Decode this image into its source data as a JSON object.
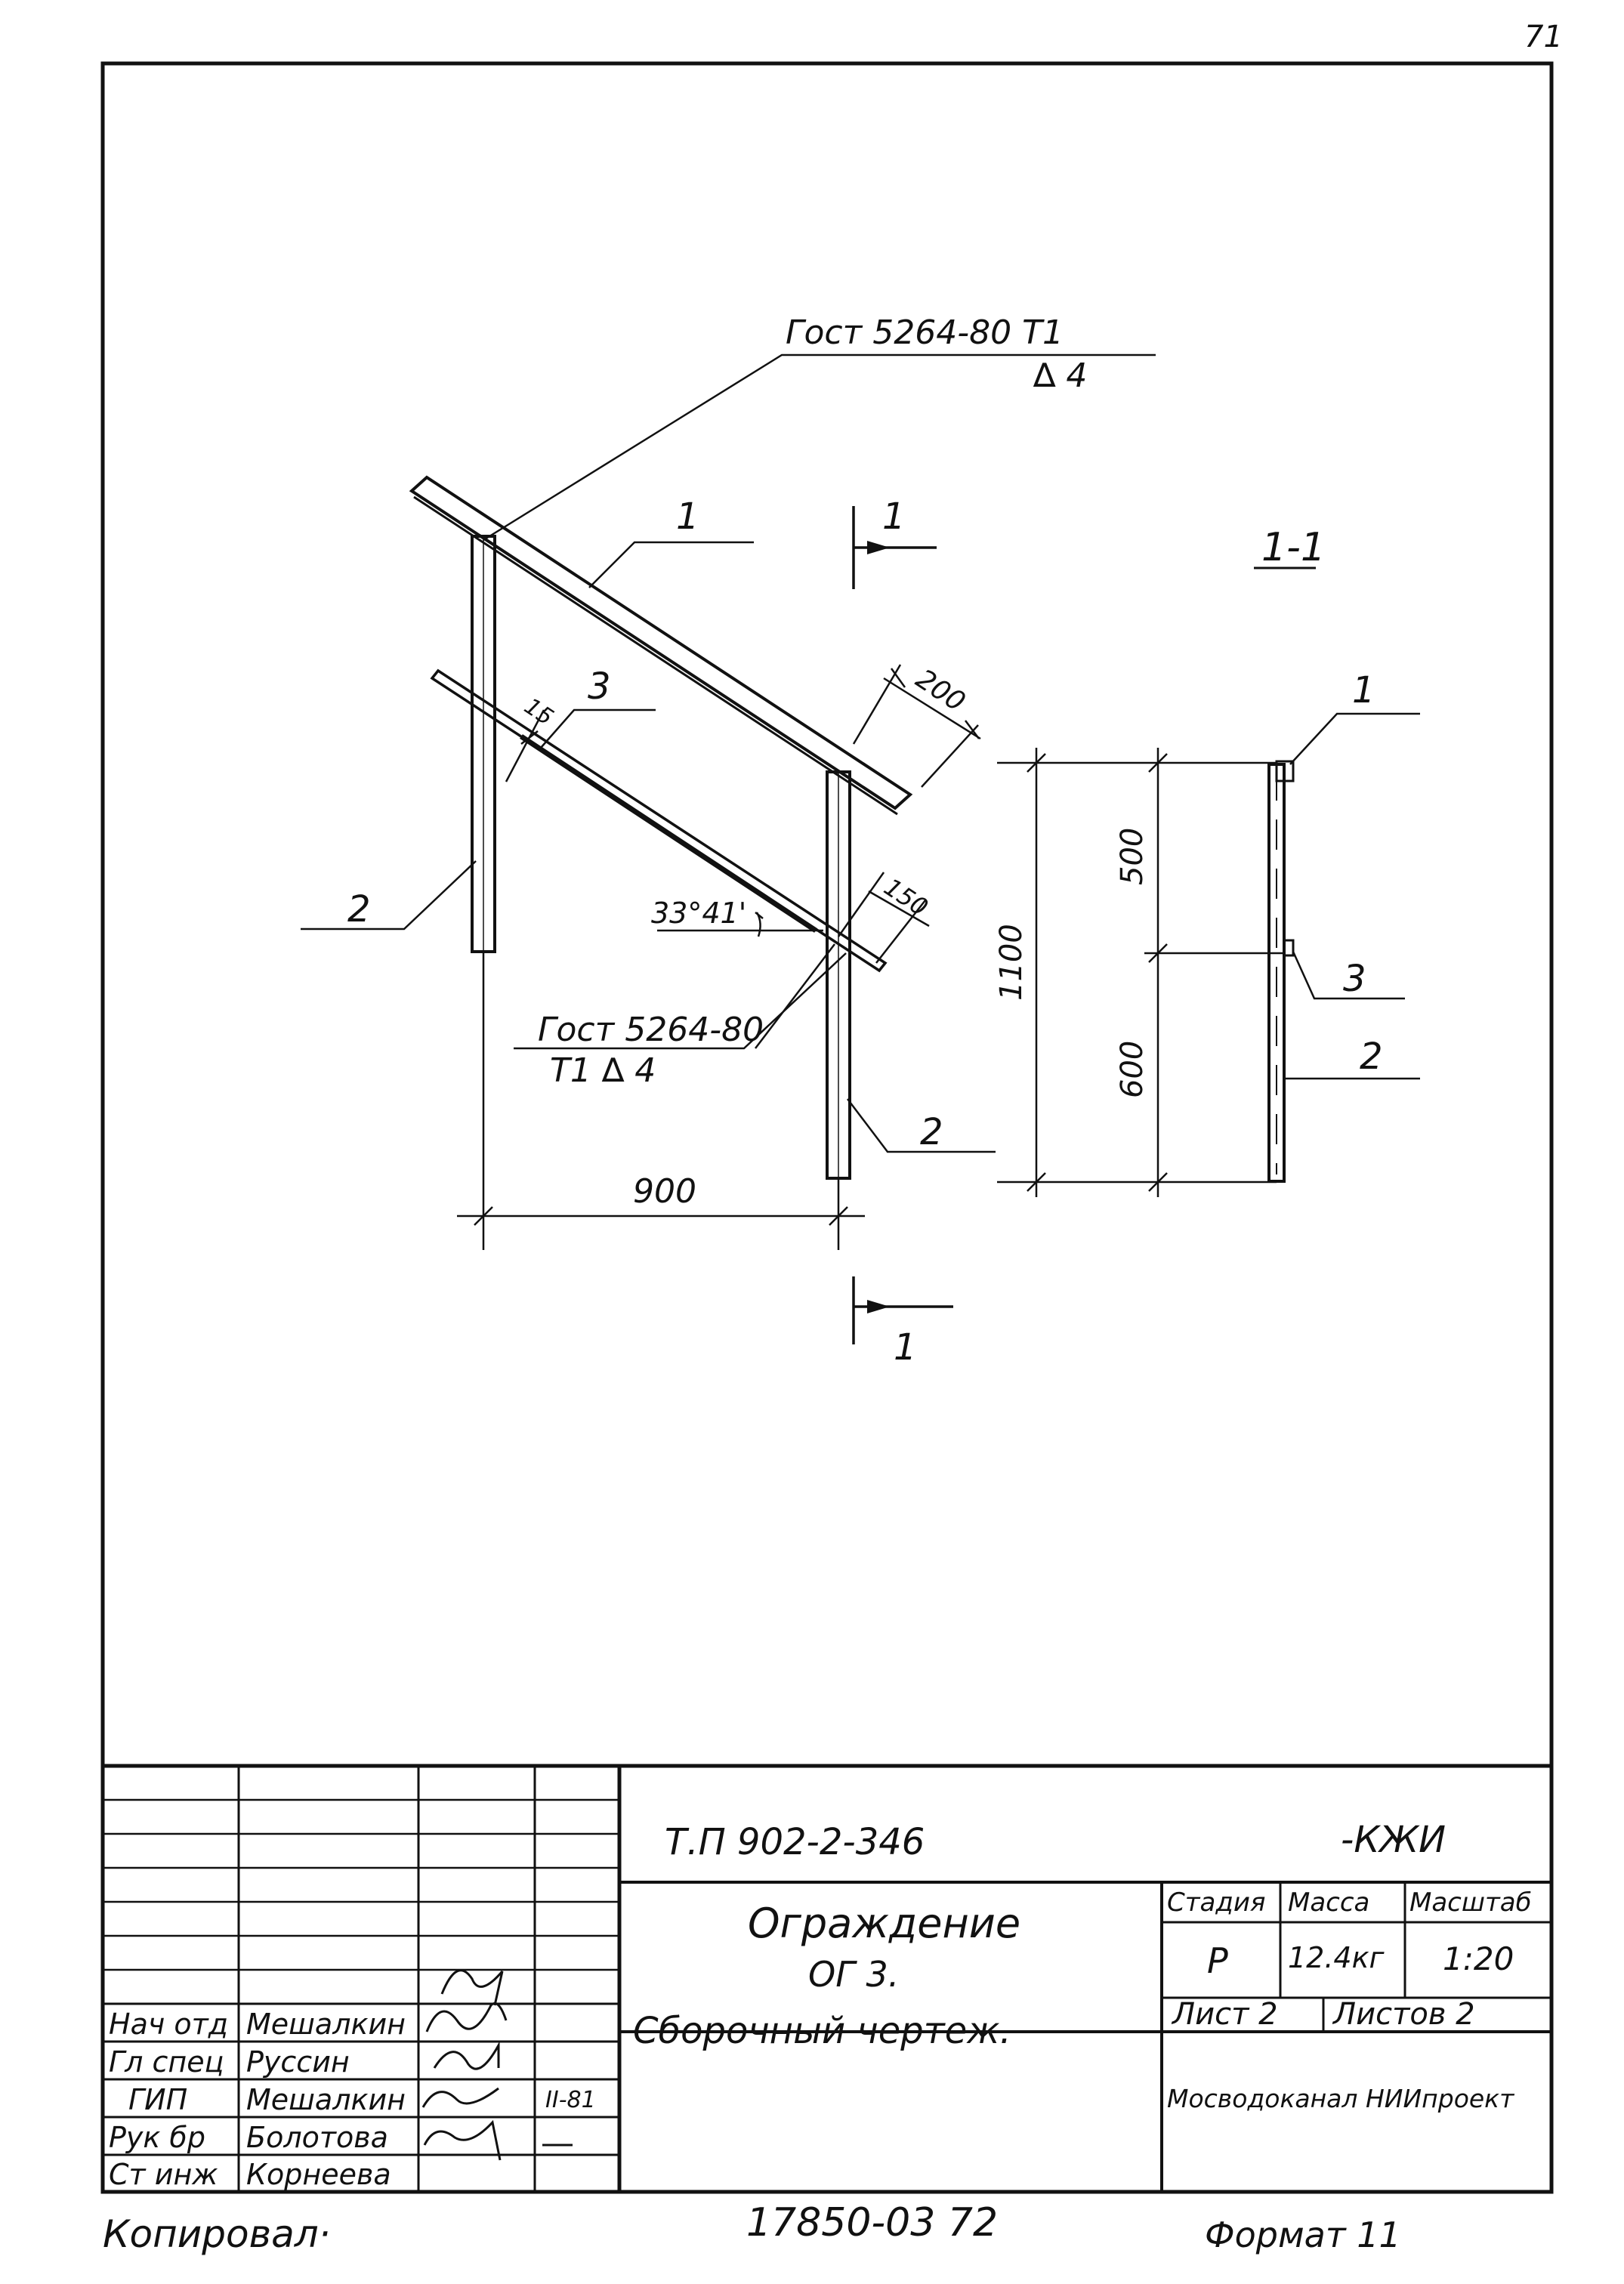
{
  "page_number": "71",
  "drawing": {
    "callout_top": {
      "line1": "Гост 5264-80   Т1",
      "line2": "∆ 4"
    },
    "callout_bottom": {
      "line1": "Гост 5264-80",
      "line2": "Т1   ∆ 4"
    },
    "part_1": "1",
    "part_2": "2",
    "part_3": "3",
    "dim_200": "200",
    "dim_15": "15",
    "dim_150": "150",
    "angle": "33°41'",
    "dim_900": "900",
    "dim_1100": "1100",
    "dim_500": "500",
    "dim_600": "600",
    "section_mark": "1",
    "section_label": "1-1"
  },
  "title_block": {
    "designation": "Т.П   902-2-346",
    "code": "-КЖИ",
    "title_line1": "Ограждение",
    "title_line2": "ОГ 3.",
    "title_line3": "Сборочный   чертеж.",
    "stage_header": "Стадия",
    "mass_header": "Масса",
    "scale_header": "Масштаб",
    "stage": "Р",
    "mass": "12.4кг",
    "scale": "1:20",
    "sheet": "Лист  2",
    "sheets": "Листов  2",
    "organization": "Мосводоканал НИИпроект",
    "sign_date": "II-81",
    "roles": [
      {
        "role": "Нач отд",
        "name": "Мешалкин"
      },
      {
        "role": "Гл спец",
        "name": "Руссин"
      },
      {
        "role": "ГИП",
        "name": "Мешалкин"
      },
      {
        "role": "Рук бр",
        "name": "Болотова"
      },
      {
        "role": "Ст инж",
        "name": "Корнеева"
      }
    ]
  },
  "footer": {
    "copied": "Копировал·",
    "number": "17850-03   72",
    "format": "Формат 11"
  }
}
